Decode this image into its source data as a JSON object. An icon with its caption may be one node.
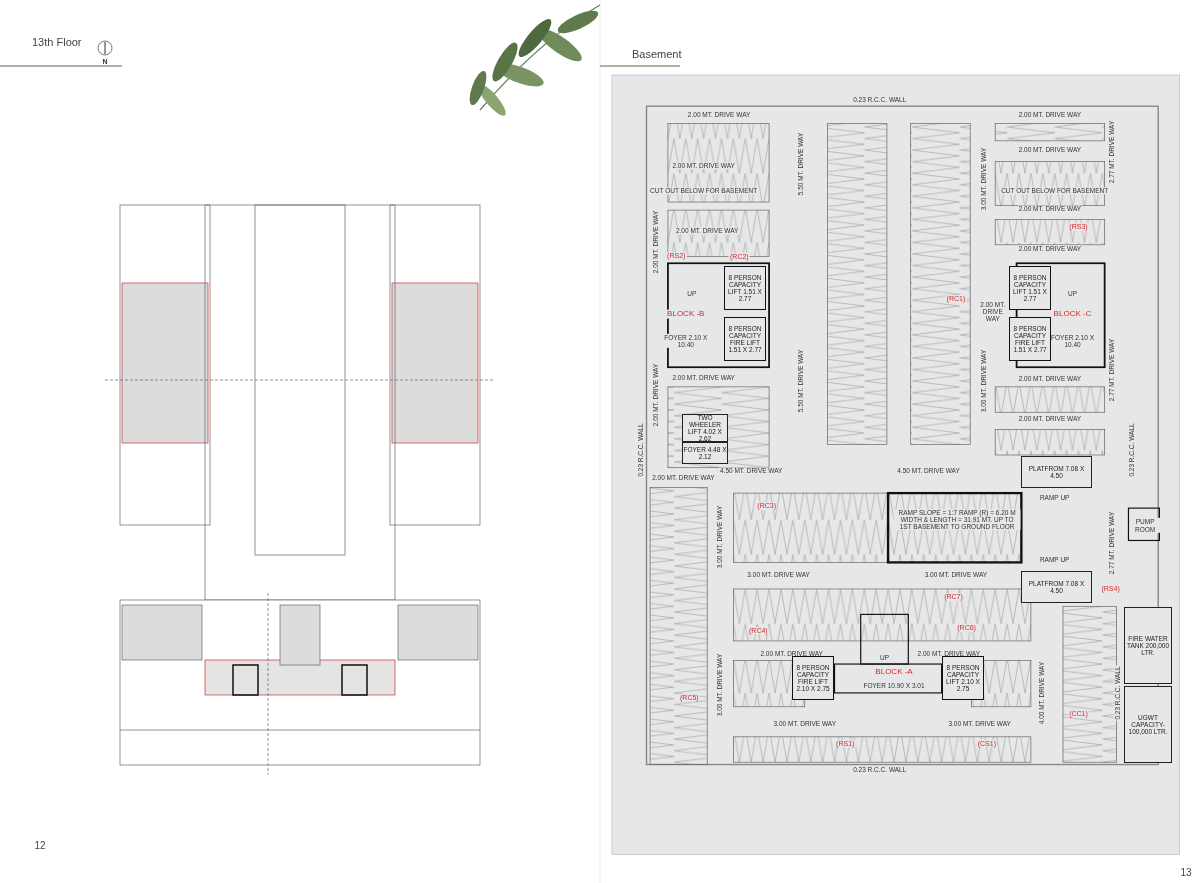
{
  "diagram": {
    "nodes": [
      {
        "text": [
          "TWO WHEELER LIFT 4.02 X 2.62"
        ]
      },
      {
        "text": [
          "FOYER 4.48 X 2.12"
        ]
      },
      {
        "text": [
          "PLATFROM 7.08 X 4.50"
        ]
      },
      {
        "text": [
          "PLATFROM 7.08 X 4.50"
        ]
      },
      {
        "text": [
          "FIRE WATER TANK 200,000 LTR."
        ]
      },
      {
        "text": [
          "UGWT CAPACITY- 100,000 LTR."
        ]
      },
      {
        "text": [
          "8 PERSON CAPACITY LIFT 1.51 X 2.77"
        ]
      },
      {
        "text": [
          "8 PERSON CAPACITY FIRE LIFT 1.51 X 2.77"
        ]
      },
      {
        "text": [
          "8 PERSON CAPACITY LIFT 1.51 X 2.77"
        ]
      },
      {
        "text": [
          "8 PERSON CAPACITY FIRE LIFT 1.51 X 2.77"
        ]
      },
      {
        "text": [
          "8 PERSON CAPACITY FIRE LIFT 2.10 X 2.75"
        ]
      },
      {
        "text": [
          "8 PERSON CAPACITY LIFT 2.10 X 2.75"
        ]
      }
    ],
    "labels": [
      "13th Floor",
      "N",
      "Basement",
      "0.23 R.C.C. WALL",
      "2.00 MT. DRIVE WAY",
      "2.00 MT. DRIVE WAY",
      "5.50 MT. DRIVE WAY",
      "3.00 MT. DRIVE WAY",
      "2.77 MT. DRIVE WAY",
      "2.00 MT. DRIVE WAY",
      "2.00 MT. DRIVE WAY",
      "CUT OUT BELOW FOR BASEMENT",
      "CUT OUT BELOW FOR BASEMENT",
      "2.00 MT. DRIVE WAY",
      "2.00 MT. DRIVE WAY",
      "2.00 MT. DRIVE WAY",
      "(RS3)",
      "(RS2)",
      "(RC2)",
      "2.00 MT. DRIVE WAY",
      "(RC1)",
      "UP",
      "UP",
      "BLOCK -B",
      "2.00 MT. DRIVE WAY",
      "BLOCK -C",
      "FOYER 2.10 X 10.40",
      "FOYER 2.10 X 10.40",
      "2.00 MT. DRIVE WAY",
      "2.00 MT. DRIVE WAY",
      "2.00 MT. DRIVE WAY",
      "5.50 MT. DRIVE WAY",
      "3.00 MT. DRIVE WAY",
      "2.77 MT. DRIVE WAY",
      "2.00 MT. DRIVE WAY",
      "0.23 R.C.C. WALL",
      "0.23 R.C.C. WALL",
      "4.50 MT. DRIVE WAY",
      "4.50 MT. DRIVE WAY",
      "2.00 MT. DRIVE WAY",
      "RAMP UP",
      "RAMP SLOPE = 1:7 RAMP (R) = 6.20 M WIDTH & LENGTH = 31.91 MT. UP TO 1ST BASEMENT TO GROUND FLOOR",
      "(RC3)",
      "3.00 MT. DRIVE WAY",
      "PUMP ROOM",
      "RAMP UP",
      "3.00 MT. DRIVE WAY",
      "3.00 MT. DRIVE WAY",
      "2.77 MT. DRIVE WAY",
      "(RS4)",
      "(RC7)",
      "(RC6)",
      "(RC4)",
      "2.00 MT. DRIVE WAY",
      "2.00 MT. DRIVE WAY",
      "UP",
      "BLOCK -A",
      "FOYER 10.90 X 3.01",
      "3.00 MT. DRIVE WAY",
      "4.00 MT. DRIVE WAY",
      "(RC5)",
      "0.23 R.C.C. WALL",
      "(CC1)",
      "3.00 MT. DRIVE WAY",
      "3.00 MT. DRIVE WAY",
      "(RS1)",
      "(CS1)",
      "0.23 R.C.C. WALL",
      "12",
      "13"
    ]
  }
}
